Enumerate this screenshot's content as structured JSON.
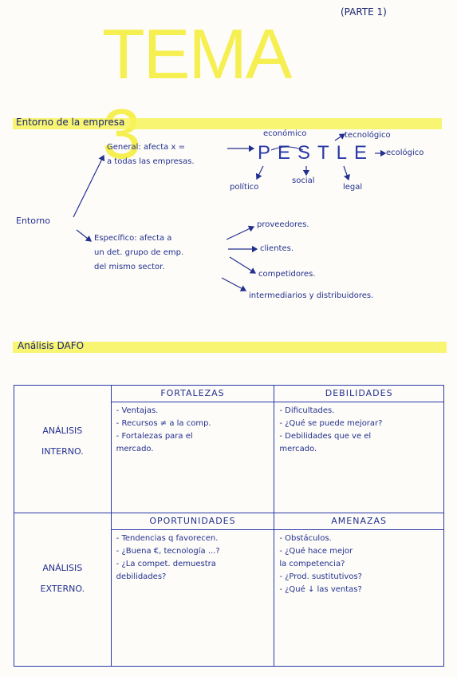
{
  "title": "TEMA 3",
  "parte": "(PARTE 1)",
  "sections": {
    "entorno_title": "Entorno de la empresa",
    "dafo_title": "Análisis DAFO"
  },
  "entorno": {
    "root": "Entorno",
    "general_line1": "General: afecta x =",
    "general_line2": "a todas las empresas.",
    "especifico_line1": "Específico: afecta a",
    "especifico_line2": "un det. grupo de emp.",
    "especifico_line3": "del mismo sector.",
    "pestle": "PESTLE",
    "pestle_labels": {
      "economico": "económico",
      "tecnologico": "tecnológico",
      "ecologico": "ecológico",
      "politico": "político",
      "social": "social",
      "legal": "legal"
    },
    "especifico_items": [
      "proveedores.",
      "clientes.",
      "competidores.",
      "intermediarios y distribuidores."
    ]
  },
  "dafo": {
    "headers": {
      "fortalezas": "FORTALEZAS",
      "debilidades": "DEBILIDADES",
      "oportunidades": "OPORTUNIDADES",
      "amenazas": "AMENAZAS"
    },
    "rows": {
      "interno_1": "ANÁLISIS",
      "interno_2": "INTERNO.",
      "externo_1": "ANÁLISIS",
      "externo_2": "EXTERNO."
    },
    "fortalezas": [
      "- Ventajas.",
      "- Recursos ≠ a la comp.",
      "- Fortalezas para el",
      "  mercado."
    ],
    "debilidades": [
      "- Dificultades.",
      "- ¿Qué se puede mejorar?",
      "- Debilidades que ve el",
      "  mercado."
    ],
    "oportunidades": [
      "- Tendencias q favorecen.",
      "- ¿Buena €, tecnología ...?",
      "- ¿La compet. demuestra",
      "  debilidades?"
    ],
    "amenazas": [
      "- Obstáculos.",
      "- ¿Qué hace mejor",
      "  la competencia?",
      "- ¿Prod. sustitutivos?",
      "- ¿Qué ↓ las ventas?"
    ]
  }
}
